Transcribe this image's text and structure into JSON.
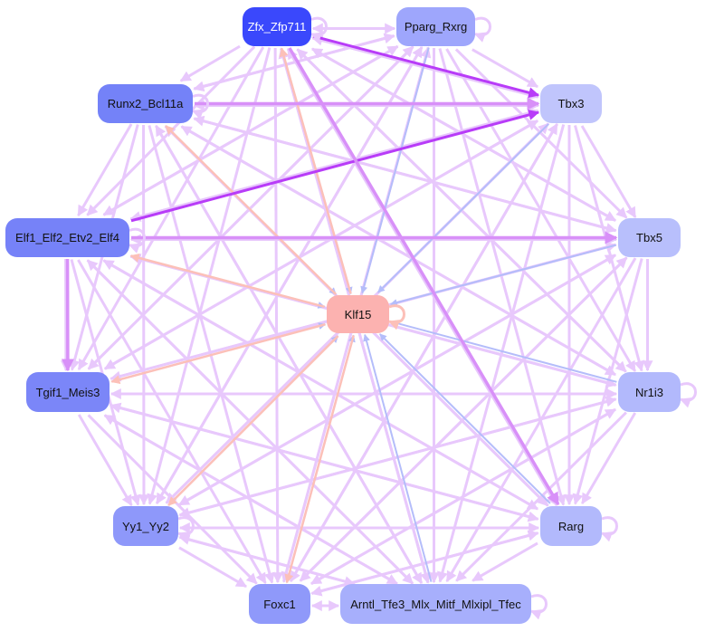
{
  "nodes": [
    {
      "id": "zfx",
      "label": "Zfx_Zfp711",
      "color": "#3a48fc",
      "text": "#ffffff"
    },
    {
      "id": "pparg",
      "label": "Pparg_Rxrg",
      "color": "#9ea6fc",
      "text": "#111111"
    },
    {
      "id": "runx2",
      "label": "Runx2_Bcl11a",
      "color": "#7482f8",
      "text": "#111111"
    },
    {
      "id": "tbx3",
      "label": "Tbx3",
      "color": "#c0c5fc",
      "text": "#111111"
    },
    {
      "id": "elf1",
      "label": "Elf1_Elf2_Etv2_Elf4",
      "color": "#7682f8",
      "text": "#111111"
    },
    {
      "id": "tbx5",
      "label": "Tbx5",
      "color": "#b8bffc",
      "text": "#111111"
    },
    {
      "id": "klf15",
      "label": "Klf15",
      "color": "#fcb2b0",
      "text": "#111111"
    },
    {
      "id": "tgif1",
      "label": "Tgif1_Meis3",
      "color": "#7b86f8",
      "text": "#111111"
    },
    {
      "id": "nr1i3",
      "label": "Nr1i3",
      "color": "#b2b9fc",
      "text": "#111111"
    },
    {
      "id": "yy1",
      "label": "Yy1_Yy2",
      "color": "#8e98fa",
      "text": "#111111"
    },
    {
      "id": "rarg",
      "label": "Rarg",
      "color": "#b2b9fc",
      "text": "#111111"
    },
    {
      "id": "foxc1",
      "label": "Foxc1",
      "color": "#8f99fa",
      "text": "#111111"
    },
    {
      "id": "arntl",
      "label": "Arntl_Tfe3_Mlx_Mitf_Mlxipl_Tfec",
      "color": "#a7affc",
      "text": "#111111"
    }
  ],
  "edge_colors": {
    "default": "#e8c8fc",
    "medium": "#d890f8",
    "strong": "#b83cf8",
    "blue": "#b4bdfa",
    "salmon": "#fcc0b8"
  },
  "strong_edges": [
    {
      "from": "zfx",
      "to": "tbx3",
      "color": "strong"
    },
    {
      "from": "elf1",
      "to": "tbx3",
      "color": "strong"
    },
    {
      "from": "runx2",
      "to": "tbx3",
      "color": "medium"
    },
    {
      "from": "elf1",
      "to": "tbx5",
      "color": "medium"
    },
    {
      "from": "elf1",
      "to": "tgif1",
      "color": "medium"
    },
    {
      "from": "zfx",
      "to": "rarg",
      "color": "medium"
    }
  ],
  "self_loops": [
    "zfx",
    "pparg",
    "runx2",
    "elf1",
    "klf15",
    "nr1i3",
    "yy1",
    "rarg",
    "arntl"
  ]
}
